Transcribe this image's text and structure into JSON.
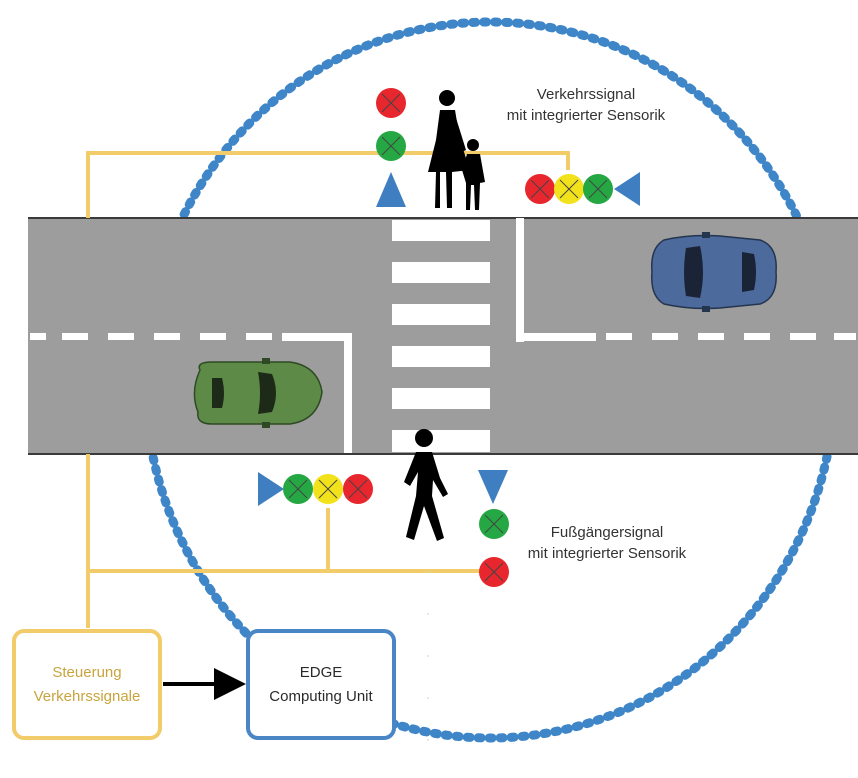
{
  "labels": {
    "vehicle_signal": [
      "Verkehrssignal",
      "mit integrierter  Sensorik"
    ],
    "pedestrian_signal": [
      "Fußgängersignal",
      "mit integrierter  Sensorik"
    ]
  },
  "boxes": {
    "control": {
      "lines": [
        "Steuerung",
        "Verkehrssignale"
      ],
      "border_color": "#f2cc6b",
      "text_color": "#c9a43d"
    },
    "edge": {
      "lines": [
        "EDGE",
        "Computing Unit"
      ],
      "border_color": "#4a86c5",
      "text_color": "#2a2a2a"
    }
  },
  "colors": {
    "road": "#9d9d9d",
    "wire": "#f2cc6b",
    "edge_zone": "#3f86c8",
    "signal_red": "#e8262d",
    "signal_yellow": "#f2e21c",
    "signal_green": "#25a843",
    "sensor": "#3f7fc1",
    "car_green": "#5e8a48",
    "car_blue": "#4c6a9c"
  }
}
